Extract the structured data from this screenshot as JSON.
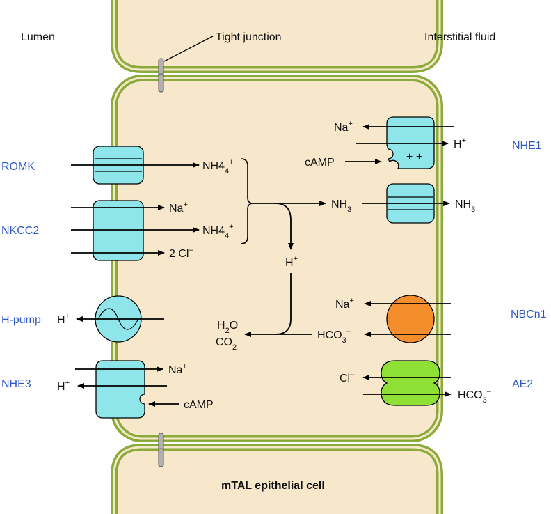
{
  "colors": {
    "cell_fill": "#f7e8cc",
    "membrane": "#8aab3a",
    "transporter": "#8ee6ea",
    "nbcn1": "#f48e2c",
    "ae2": "#8ee034",
    "side_label": "#2f57c4",
    "junction": "#b0b0b0"
  },
  "regions": {
    "lumen": "Lumen",
    "interstitial": "Interstitial fluid",
    "tight_junction": "Tight junction",
    "cell": "mTAL epithelial cell"
  },
  "apical": {
    "romk": {
      "name": "ROMK",
      "ion": "NH4",
      "charge": "+"
    },
    "nkcc2": {
      "name": "NKCC2",
      "ion_na": "Na",
      "charge_na": "+",
      "ion_nh4": "NH4",
      "charge_nh4": "+",
      "cl": "2 Cl",
      "charge_cl": "–"
    },
    "hpump": {
      "name": "H-pump",
      "ion": "H",
      "charge": "+"
    },
    "nhe3": {
      "name": "NHE3",
      "ion_na": "Na",
      "charge_na": "+",
      "ion_h": "H",
      "charge_h": "+",
      "camp": "cAMP"
    }
  },
  "basolateral": {
    "nhe1": {
      "name": "NHE1",
      "ion_na": "Na",
      "charge_na": "+",
      "ion_h": "H",
      "charge_h": "+",
      "camp": "cAMP",
      "charges": "+ +"
    },
    "nh3": {
      "inside": "NH",
      "outside": "NH",
      "sub": "3"
    },
    "nbcn1": {
      "name": "NBCn1",
      "ion_na": "Na",
      "charge_na": "+",
      "hco3": "HCO",
      "sub": "3",
      "charge_hco3": "–"
    },
    "ae2": {
      "name": "AE2",
      "cl": "Cl",
      "charge_cl": "–",
      "hco3": "HCO",
      "sub": "3",
      "charge_hco3": "–"
    }
  },
  "cytosol": {
    "h_label": "H",
    "h_charge": "+",
    "h2o_h": "H",
    "h2o_sub": "2",
    "h2o_o": "O",
    "co2_c": "CO",
    "co2_sub": "2"
  }
}
